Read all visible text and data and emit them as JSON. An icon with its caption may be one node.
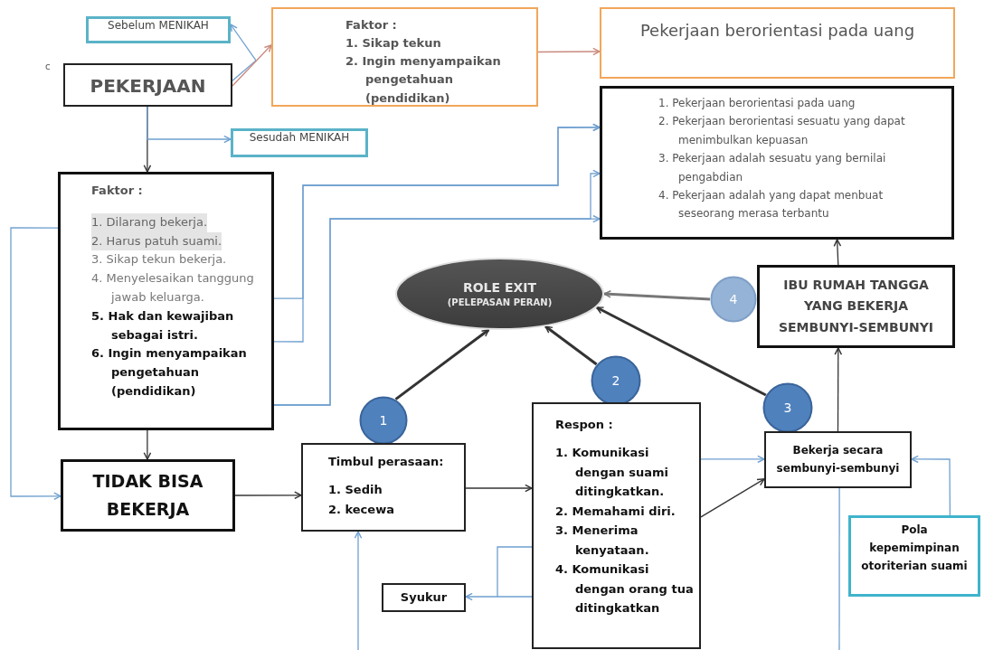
{
  "diagram": {
    "nodes": [
      {
        "text": [
          "Sebelum MENIKAH"
        ]
      },
      {
        "text": [
          "Faktor :",
          "1. Sikap tekun",
          "2. Ingin menyampaikan pengetahuan (pendidikan)"
        ]
      },
      {
        "text": [
          "Pekerjaan berorientasi pada uang"
        ]
      },
      {
        "text": [
          "PEKERJAAN"
        ]
      },
      {
        "text": [
          "Sesudah MENIKAH"
        ]
      },
      {
        "text": [
          "1. Pekerjaan berorientasi pada uang",
          "2. Pekerjaan berorientasi sesuatu yang dapat menimbulkan kepuasan",
          "3. Pekerjaan adalah sesuatu yang bernilai pengabdian",
          "4. Pekerjaan adalah yang dapat menbuat seseorang merasa terbantu"
        ]
      },
      {
        "text": [
          "Faktor :",
          "1. Dilarang bekerja.",
          "2. Harus patuh suami.",
          "3. Sikap tekun bekerja.",
          "4. Menyelesaikan tanggung jawab keluarga.",
          "5. Hak dan kewajiban sebagai istri.",
          "6. Ingin menyampaikan pengetahuan (pendidikan)"
        ]
      },
      {
        "text": [
          "ROLE EXIT",
          "(PELEPASAN PERAN)"
        ]
      },
      {
        "text": [
          "4"
        ]
      },
      {
        "text": [
          "IBU RUMAH TANGGA YANG BEKERJA SEMBUNYI-SEMBUNYI"
        ]
      },
      {
        "text": [
          "2"
        ]
      },
      {
        "text": [
          "1"
        ]
      },
      {
        "text": [
          "3"
        ]
      },
      {
        "text": [
          "Respon :",
          "1. Komunikasi dengan suami ditingkatkan.",
          "2. Memahami diri.",
          "3. Menerima kenyataan.",
          "4. Komunikasi dengan orang tua ditingkatkan"
        ]
      },
      {
        "text": [
          "Timbul perasaan:",
          "1. Sedih",
          "2. kecewa"
        ]
      },
      {
        "text": [
          "Bekerja secara sembunyi-sembunyi"
        ]
      },
      {
        "text": [
          "TIDAK BISA BEKERJA"
        ]
      },
      {
        "text": [
          "Pola kepemimpinan otoriterian suami"
        ]
      },
      {
        "text": [
          "Syukur"
        ]
      }
    ],
    "edges": [
      {
        "from": 3,
        "to": 0,
        "arrow": "to"
      },
      {
        "from": 3,
        "to": 1,
        "arrow": "to",
        "color": "#c98a7e"
      },
      {
        "from": 1,
        "to": 2,
        "arrow": "to",
        "color": "#c98a7e"
      },
      {
        "from": 3,
        "to": 6,
        "arrow": "to",
        "color": "#333333"
      },
      {
        "from": 3,
        "to": 4,
        "arrow": "to"
      },
      {
        "from": 6,
        "to": 16,
        "arrow": "to",
        "color": "#333333"
      },
      {
        "from": 6,
        "to": 16,
        "arrow": "to"
      },
      {
        "from": 6,
        "to": 5,
        "arrow": "to"
      },
      {
        "from": 6,
        "to": 5,
        "arrow": "to"
      },
      {
        "from": 6,
        "to": 5,
        "arrow": "to"
      },
      {
        "from": 6,
        "to": 5,
        "arrow": "to"
      },
      {
        "from": 11,
        "to": 7,
        "arrow": "to",
        "style": "thick",
        "color": "#333333"
      },
      {
        "from": 10,
        "to": 7,
        "arrow": "to",
        "style": "thick",
        "color": "#333333"
      },
      {
        "from": 12,
        "to": 7,
        "arrow": "to",
        "style": "thick",
        "color": "#333333"
      },
      {
        "from": 8,
        "to": 7,
        "arrow": "to",
        "style": "thick",
        "color": "#777777"
      },
      {
        "from": 16,
        "to": 14,
        "arrow": "to",
        "color": "#333333"
      },
      {
        "from": 14,
        "to": 13,
        "arrow": "to",
        "color": "#333333"
      },
      {
        "from": 13,
        "to": 15,
        "arrow": "to",
        "color": "#333333"
      },
      {
        "from": 13,
        "to": 15,
        "arrow": "to"
      },
      {
        "from": 13,
        "to": 18,
        "arrow": "to"
      },
      {
        "from": 15,
        "to": 9,
        "arrow": "to",
        "color": "#333333"
      },
      {
        "from": 9,
        "to": 5,
        "arrow": "to",
        "color": "#333333"
      },
      {
        "from": 17,
        "to": 15,
        "arrow": "to"
      },
      {
        "from": null,
        "to": 14,
        "arrow": "to"
      },
      {
        "from": 15,
        "to": null,
        "arrow": "none"
      }
    ],
    "labels": [
      "c"
    ]
  }
}
